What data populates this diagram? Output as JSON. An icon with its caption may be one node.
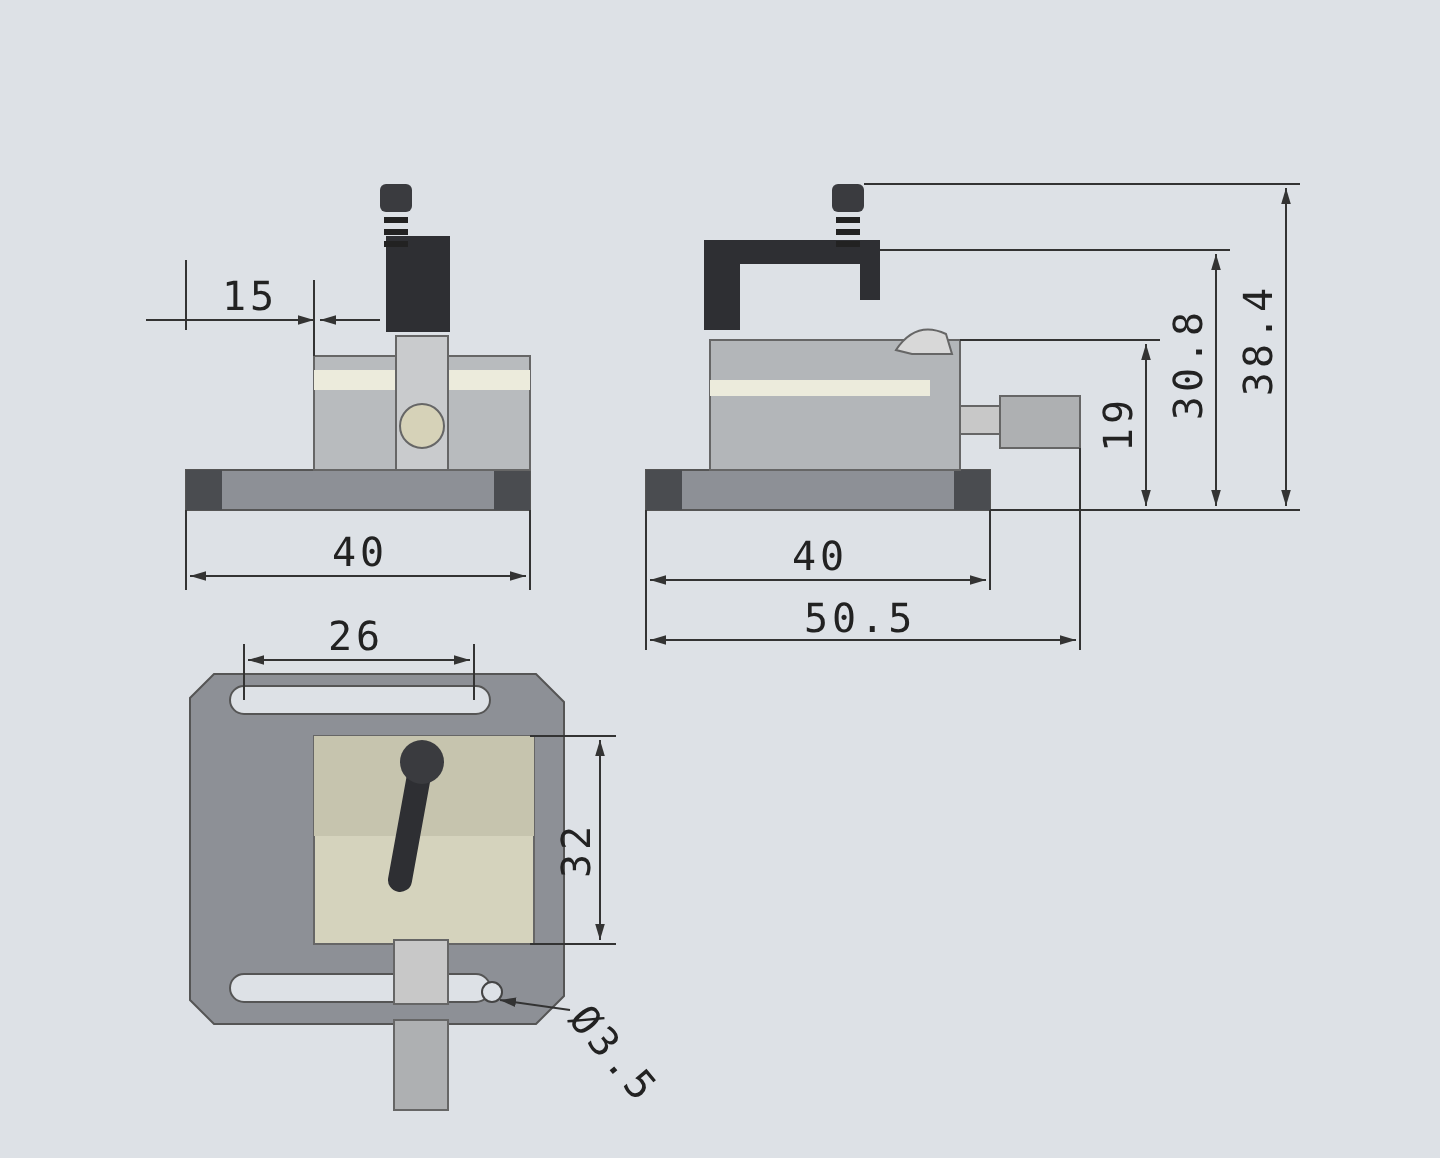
{
  "diagram": {
    "nodes": [
      {
        "text": [
          "Ø3.5"
        ]
      },
      {
        "text": [],
        "shape": "circle"
      }
    ],
    "edges": [
      {
        "from": 0,
        "to": 1,
        "arrow": "to"
      }
    ],
    "labels": [
      "15",
      "40",
      "40",
      "50.5",
      "19",
      "30.8",
      "38.4",
      "26",
      "32"
    ]
  }
}
